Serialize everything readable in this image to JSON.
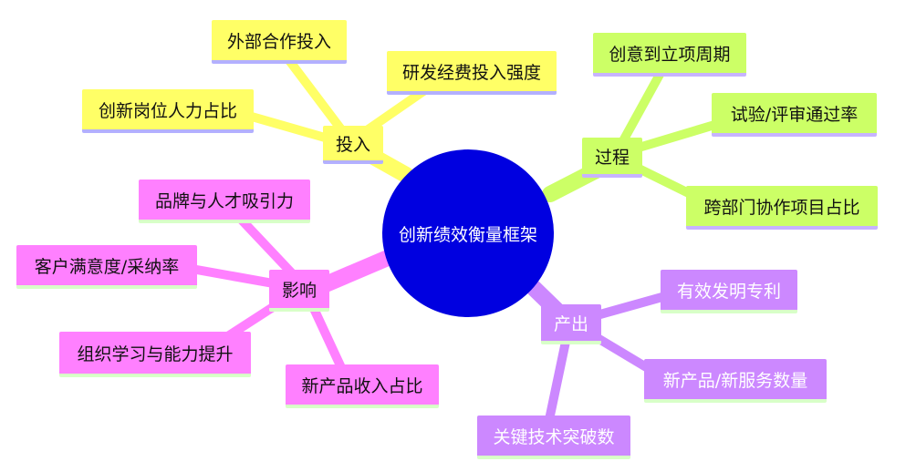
{
  "center": {
    "label": "创新绩效衡量框架"
  },
  "branches": {
    "input": {
      "label": "投入",
      "children": [
        "外部合作投入",
        "研发经费投入强度",
        "创新岗位人力占比"
      ]
    },
    "process": {
      "label": "过程",
      "children": [
        "创意到立项周期",
        "试验/评审通过率",
        "跨部门协作项目占比"
      ]
    },
    "output": {
      "label": "产出",
      "children": [
        "有效发明专利",
        "新产品/新服务数量",
        "关键技术突破数"
      ]
    },
    "impact": {
      "label": "影响",
      "children": [
        "品牌与人才吸引力",
        "客户满意度/采纳率",
        "组织学习与能力提升",
        "新产品收入占比"
      ]
    }
  },
  "colors": {
    "center": "#0000e0",
    "input": "#ffff66",
    "process": "#ccff66",
    "output": "#cc88ff",
    "impact": "#ff80ff"
  }
}
